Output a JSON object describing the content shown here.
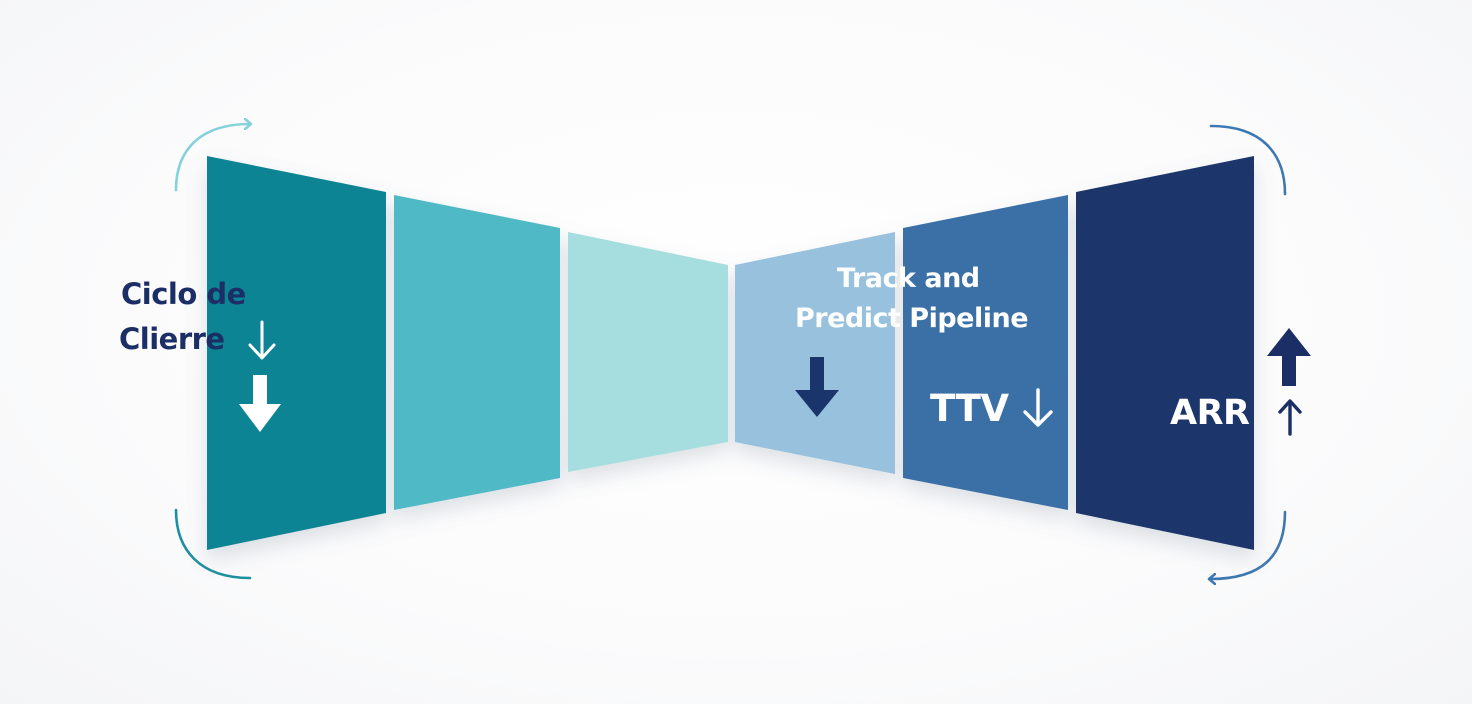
{
  "labels": {
    "cycle_line1": "Ciclo de",
    "cycle_line2": "Clierre",
    "pipeline_line1": "Track and",
    "pipeline_line2": "Predict Pipeline",
    "ttv": "TTV",
    "arr": "ARR"
  },
  "panels": [
    {
      "id": "panel-1",
      "color": "#0b8494"
    },
    {
      "id": "panel-2",
      "color": "#50b9c6"
    },
    {
      "id": "panel-3",
      "color": "#a6dedf"
    },
    {
      "id": "panel-4",
      "color": "#97c1dc"
    },
    {
      "id": "panel-5",
      "color": "#3a6fa7"
    },
    {
      "id": "panel-6",
      "color": "#1a356b"
    }
  ],
  "accent_colors": {
    "dark_navy": "#1b2e66",
    "light_teal": "#86d2dc",
    "teal": "#1c8fa0",
    "mid_blue": "#3e78b0",
    "white": "#ffffff"
  },
  "icons": [
    "arrow-down-icon",
    "arrow-up-icon",
    "curved-arrow-icon"
  ]
}
